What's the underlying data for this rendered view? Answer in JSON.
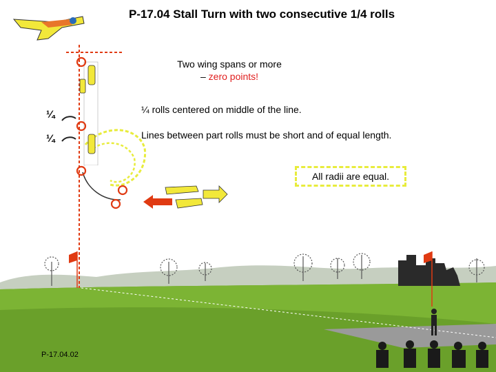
{
  "title": "P-17.04 Stall Turn with two consecutive 1/4 rolls",
  "notes": {
    "wingspans_line1": "Two wing spans or more",
    "wingspans_line2_prefix": "– ",
    "wingspans_line2_red": "zero points!",
    "rolls_centered": "¼  rolls centered on middle of the line.",
    "lines_between": "Lines between part rolls must be short and of equal length.",
    "radii_equal": "All radii are equal."
  },
  "roll_marks": [
    "¼",
    "¼"
  ],
  "footer": "P-17.04.02",
  "colors": {
    "sky": "#ffffff",
    "ground": "#6aa02a",
    "hills": "#c6cfc0",
    "marker": "#e03a12",
    "guide_dash": "#e8ec3c",
    "red_arrow": "#e03a12",
    "yellow_arrow": "#f2e83a"
  }
}
